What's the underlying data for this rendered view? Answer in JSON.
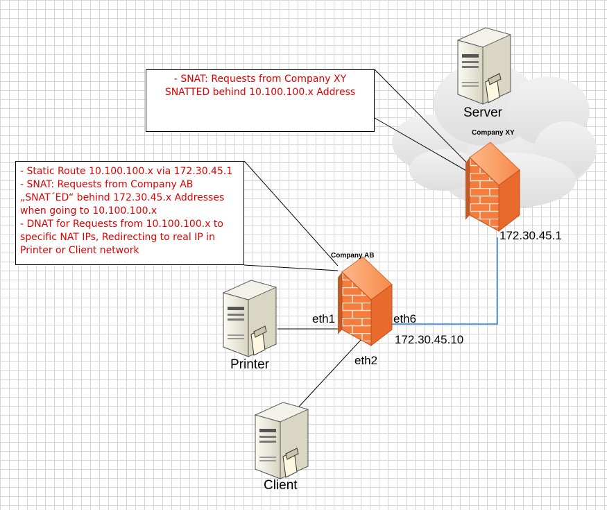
{
  "notes": {
    "company_xy": [
      "- SNAT: Requests from Company XY",
      "SNATTED behind 10.100.100.x Address"
    ],
    "company_ab": [
      "- Static Route 10.100.100.x via 172.30.45.1",
      "- SNAT: Requests from Company AB",
      "„SNAT´ED“ behind 172.30.45.x Addresses",
      "when going to 10.100.100.x",
      "- DNAT for Requests from 10.100.100.x to",
      "specific NAT IPs, Redirecting to real IP in",
      "Printer or Client network"
    ]
  },
  "nodes": {
    "server": "Server",
    "printer": "Printer",
    "client": "Client",
    "company_xy": "Company XY",
    "company_ab": "Company AB"
  },
  "interfaces": {
    "xy_ip": "172.30.45.1",
    "eth1": "eth1",
    "eth6": "eth6",
    "eth2": "eth2",
    "ab_ip": "172.30.45.10"
  },
  "colors": {
    "note_text": "#e00000",
    "link_line": "#2a7fd4",
    "firewall": "#f47c3c"
  }
}
